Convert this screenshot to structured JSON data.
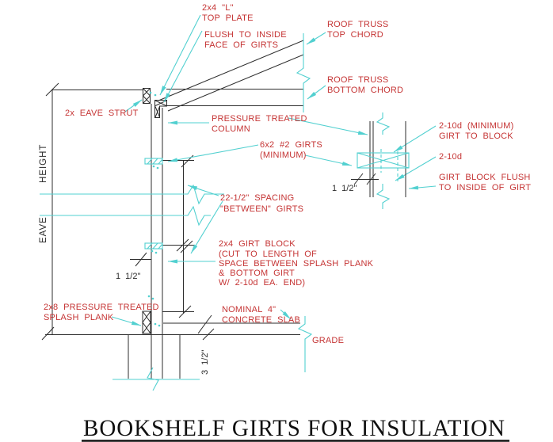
{
  "title": {
    "text": "BOOKSHELF GIRTS FOR INSULATION"
  },
  "colors": {
    "annotation_red": "#c53434",
    "highlight_cyan": "#52d0d0",
    "drawing_line": "#2d2d2d",
    "background": "#ffffff"
  },
  "annotations": {
    "top_plate": {
      "l1": "2x4 \"L\"",
      "l2": "TOP PLATE"
    },
    "flush": {
      "l1": "FLUSH TO INSIDE",
      "l2": "FACE OF GIRTS"
    },
    "roof_truss_top": {
      "l1": "ROOF TRUSS",
      "l2": "TOP CHORD"
    },
    "roof_truss_bottom": {
      "l1": "ROOF TRUSS",
      "l2": "BOTTOM CHORD"
    },
    "eave_strut": {
      "l1": "2x EAVE STRUT"
    },
    "pt_column": {
      "l1": "PRESSURE TREATED",
      "l2": "COLUMN"
    },
    "girts": {
      "l1": "6x2 #2 GIRTS",
      "l2": "(MINIMUM)"
    },
    "spacing": {
      "l1": "22-1/2\" SPACING",
      "l2": "\"BETWEEN\" GIRTS"
    },
    "girt_block": {
      "l1": "2x4 GIRT BLOCK",
      "l2": "(CUT TO LENGTH OF",
      "l3": "SPACE BETWEEN SPLASH PLANK",
      "l4": "& BOTTOM GIRT",
      "l5": "W/ 2-10d EA. END)"
    },
    "splash_plank": {
      "l1": "2x8 PRESSURE TREATED",
      "l2": "SPLASH PLANK"
    },
    "slab": {
      "l1": "NOMINAL 4\"",
      "l2": "CONCRETE SLAB"
    },
    "grade": {
      "l1": "GRADE"
    },
    "nails_girt_to_block": {
      "l1": "2-10d (MINIMUM)",
      "l2": "GIRT TO BLOCK"
    },
    "nails_block": {
      "l1": "2-10d"
    },
    "block_flush": {
      "l1": "GIRT BLOCK FLUSH",
      "l2": "TO INSIDE OF GIRT"
    }
  },
  "dimensions": {
    "girt_thickness_main": "1 1/2\"",
    "girt_thickness_detail": "1 1/2\"",
    "slab_thickness": "3 1/2\""
  },
  "axis_labels": {
    "height": "HEIGHT",
    "eave": "EAVE"
  }
}
